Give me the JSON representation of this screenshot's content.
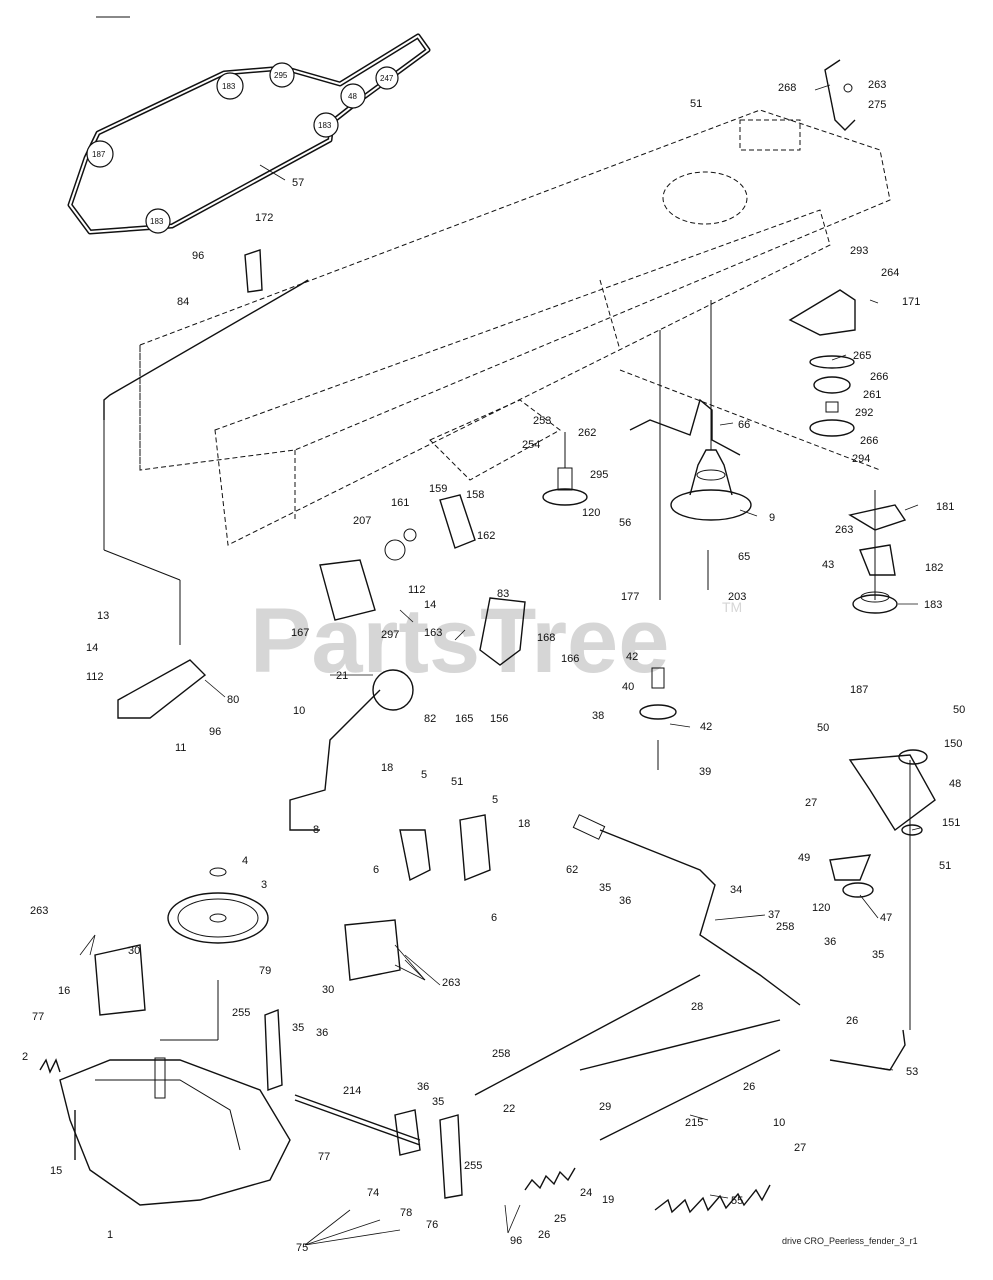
{
  "watermark": "PartsTree",
  "trademark": "TM",
  "footer": "drive CRO_Peerless_fender_3_r1",
  "belt_pulley_labels": [
    "187",
    "183",
    "295",
    "247",
    "48",
    "183",
    "183"
  ],
  "callouts": [
    {
      "id": "c-57",
      "text": "57"
    },
    {
      "id": "c-268",
      "text": "268"
    },
    {
      "id": "c-263a",
      "text": "263"
    },
    {
      "id": "c-275",
      "text": "275"
    },
    {
      "id": "c-51a",
      "text": "51"
    },
    {
      "id": "c-96a",
      "text": "96"
    },
    {
      "id": "c-172",
      "text": "172"
    },
    {
      "id": "c-84",
      "text": "84"
    },
    {
      "id": "c-293",
      "text": "293"
    },
    {
      "id": "c-264",
      "text": "264"
    },
    {
      "id": "c-171",
      "text": "171"
    },
    {
      "id": "c-265",
      "text": "265"
    },
    {
      "id": "c-266a",
      "text": "266"
    },
    {
      "id": "c-261",
      "text": "261"
    },
    {
      "id": "c-292",
      "text": "292"
    },
    {
      "id": "c-266b",
      "text": "266"
    },
    {
      "id": "c-294",
      "text": "294"
    },
    {
      "id": "c-66",
      "text": "66"
    },
    {
      "id": "c-253",
      "text": "253"
    },
    {
      "id": "c-254",
      "text": "254"
    },
    {
      "id": "c-262",
      "text": "262"
    },
    {
      "id": "c-295",
      "text": "295"
    },
    {
      "id": "c-120a",
      "text": "120"
    },
    {
      "id": "c-56",
      "text": "56"
    },
    {
      "id": "c-9",
      "text": "9"
    },
    {
      "id": "c-65",
      "text": "65"
    },
    {
      "id": "c-203",
      "text": "203"
    },
    {
      "id": "c-263b",
      "text": "263"
    },
    {
      "id": "c-181",
      "text": "181"
    },
    {
      "id": "c-43",
      "text": "43"
    },
    {
      "id": "c-182",
      "text": "182"
    },
    {
      "id": "c-183",
      "text": "183"
    },
    {
      "id": "c-187",
      "text": "187"
    },
    {
      "id": "c-161",
      "text": "161"
    },
    {
      "id": "c-159",
      "text": "159"
    },
    {
      "id": "c-158",
      "text": "158"
    },
    {
      "id": "c-207",
      "text": "207"
    },
    {
      "id": "c-162",
      "text": "162"
    },
    {
      "id": "c-112a",
      "text": "112"
    },
    {
      "id": "c-14a",
      "text": "14"
    },
    {
      "id": "c-83",
      "text": "83"
    },
    {
      "id": "c-167",
      "text": "167"
    },
    {
      "id": "c-297",
      "text": "297"
    },
    {
      "id": "c-163",
      "text": "163"
    },
    {
      "id": "c-177",
      "text": "177"
    },
    {
      "id": "c-42a",
      "text": "42"
    },
    {
      "id": "c-168",
      "text": "168"
    },
    {
      "id": "c-166",
      "text": "166"
    },
    {
      "id": "c-40",
      "text": "40"
    },
    {
      "id": "c-13",
      "text": "13"
    },
    {
      "id": "c-14b",
      "text": "14"
    },
    {
      "id": "c-112b",
      "text": "112"
    },
    {
      "id": "c-80",
      "text": "80"
    },
    {
      "id": "c-96b",
      "text": "96"
    },
    {
      "id": "c-11",
      "text": "11"
    },
    {
      "id": "c-21",
      "text": "21"
    },
    {
      "id": "c-82",
      "text": "82"
    },
    {
      "id": "c-165",
      "text": "165"
    },
    {
      "id": "c-156",
      "text": "156"
    },
    {
      "id": "c-38",
      "text": "38"
    },
    {
      "id": "c-42b",
      "text": "42"
    },
    {
      "id": "c-39",
      "text": "39"
    },
    {
      "id": "c-50a",
      "text": "50"
    },
    {
      "id": "c-50b",
      "text": "50"
    },
    {
      "id": "c-150",
      "text": "150"
    },
    {
      "id": "c-48",
      "text": "48"
    },
    {
      "id": "c-27a",
      "text": "27"
    },
    {
      "id": "c-151",
      "text": "151"
    },
    {
      "id": "c-10a",
      "text": "10"
    },
    {
      "id": "c-18a",
      "text": "18"
    },
    {
      "id": "c-5a",
      "text": "5"
    },
    {
      "id": "c-51b",
      "text": "51"
    },
    {
      "id": "c-5b",
      "text": "5"
    },
    {
      "id": "c-18b",
      "text": "18"
    },
    {
      "id": "c-8",
      "text": "8"
    },
    {
      "id": "c-6a",
      "text": "6"
    },
    {
      "id": "c-6b",
      "text": "6"
    },
    {
      "id": "c-62",
      "text": "62"
    },
    {
      "id": "c-35a",
      "text": "35"
    },
    {
      "id": "c-36a",
      "text": "36"
    },
    {
      "id": "c-34",
      "text": "34"
    },
    {
      "id": "c-49",
      "text": "49"
    },
    {
      "id": "c-51c",
      "text": "51"
    },
    {
      "id": "c-120b",
      "text": "120"
    },
    {
      "id": "c-47",
      "text": "47"
    },
    {
      "id": "c-4",
      "text": "4"
    },
    {
      "id": "c-3",
      "text": "3"
    },
    {
      "id": "c-263c",
      "text": "263"
    },
    {
      "id": "c-30a",
      "text": "30"
    },
    {
      "id": "c-37",
      "text": "37"
    },
    {
      "id": "c-258a",
      "text": "258"
    },
    {
      "id": "c-36b",
      "text": "36"
    },
    {
      "id": "c-35b",
      "text": "35"
    },
    {
      "id": "c-16",
      "text": "16"
    },
    {
      "id": "c-30b",
      "text": "30"
    },
    {
      "id": "c-263d",
      "text": "263"
    },
    {
      "id": "c-79",
      "text": "79"
    },
    {
      "id": "c-77a",
      "text": "77"
    },
    {
      "id": "c-255a",
      "text": "255"
    },
    {
      "id": "c-35c",
      "text": "35"
    },
    {
      "id": "c-36c",
      "text": "36"
    },
    {
      "id": "c-28",
      "text": "28"
    },
    {
      "id": "c-26a",
      "text": "26"
    },
    {
      "id": "c-2",
      "text": "2"
    },
    {
      "id": "c-258b",
      "text": "258"
    },
    {
      "id": "c-26b",
      "text": "26"
    },
    {
      "id": "c-53",
      "text": "53"
    },
    {
      "id": "c-214",
      "text": "214"
    },
    {
      "id": "c-36d",
      "text": "36"
    },
    {
      "id": "c-35d",
      "text": "35"
    },
    {
      "id": "c-22",
      "text": "22"
    },
    {
      "id": "c-29",
      "text": "29"
    },
    {
      "id": "c-10b",
      "text": "10"
    },
    {
      "id": "c-215",
      "text": "215"
    },
    {
      "id": "c-15",
      "text": "15"
    },
    {
      "id": "c-27b",
      "text": "27"
    },
    {
      "id": "c-77b",
      "text": "77"
    },
    {
      "id": "c-255b",
      "text": "255"
    },
    {
      "id": "c-74",
      "text": "74"
    },
    {
      "id": "c-24",
      "text": "24"
    },
    {
      "id": "c-19",
      "text": "19"
    },
    {
      "id": "c-55",
      "text": "55"
    },
    {
      "id": "c-1",
      "text": "1"
    },
    {
      "id": "c-25",
      "text": "25"
    },
    {
      "id": "c-78",
      "text": "78"
    },
    {
      "id": "c-76",
      "text": "76"
    },
    {
      "id": "c-75",
      "text": "75"
    },
    {
      "id": "c-96c",
      "text": "96"
    },
    {
      "id": "c-26c",
      "text": "26"
    }
  ]
}
